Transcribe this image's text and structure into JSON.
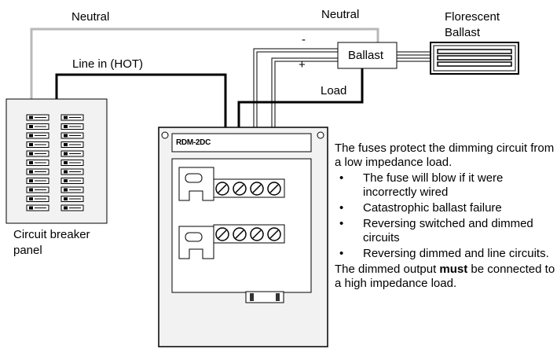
{
  "labels": {
    "neutral_left": "Neutral",
    "neutral_right": "Neutral",
    "line_in": "Line in (HOT)",
    "load": "Load",
    "ballast": "Ballast",
    "florescent_line1": "Florescent",
    "florescent_line2": "Ballast",
    "minus": "-",
    "plus": "+",
    "module_model": "RDM-2DC",
    "breaker_line1": "Circuit breaker",
    "breaker_line2": "panel"
  },
  "notes": {
    "intro": "The fuses protect the dimming circuit from a low impedance load.",
    "bullets": [
      "The fuse will blow if it were incorrectly wired",
      "Catastrophic ballast failure",
      "Reversing switched and dimmed circuits",
      "Reversing dimmed and line circuits."
    ],
    "closing_pre": "The dimmed output ",
    "closing_bold": "must",
    "closing_post": " be connected to a high impedance load."
  },
  "colors": {
    "neutral_wire": "#b8b8b8",
    "hot_wire": "#000000",
    "panel_fill": "#f2f2f2",
    "module_fill": "#f2f2f2"
  }
}
